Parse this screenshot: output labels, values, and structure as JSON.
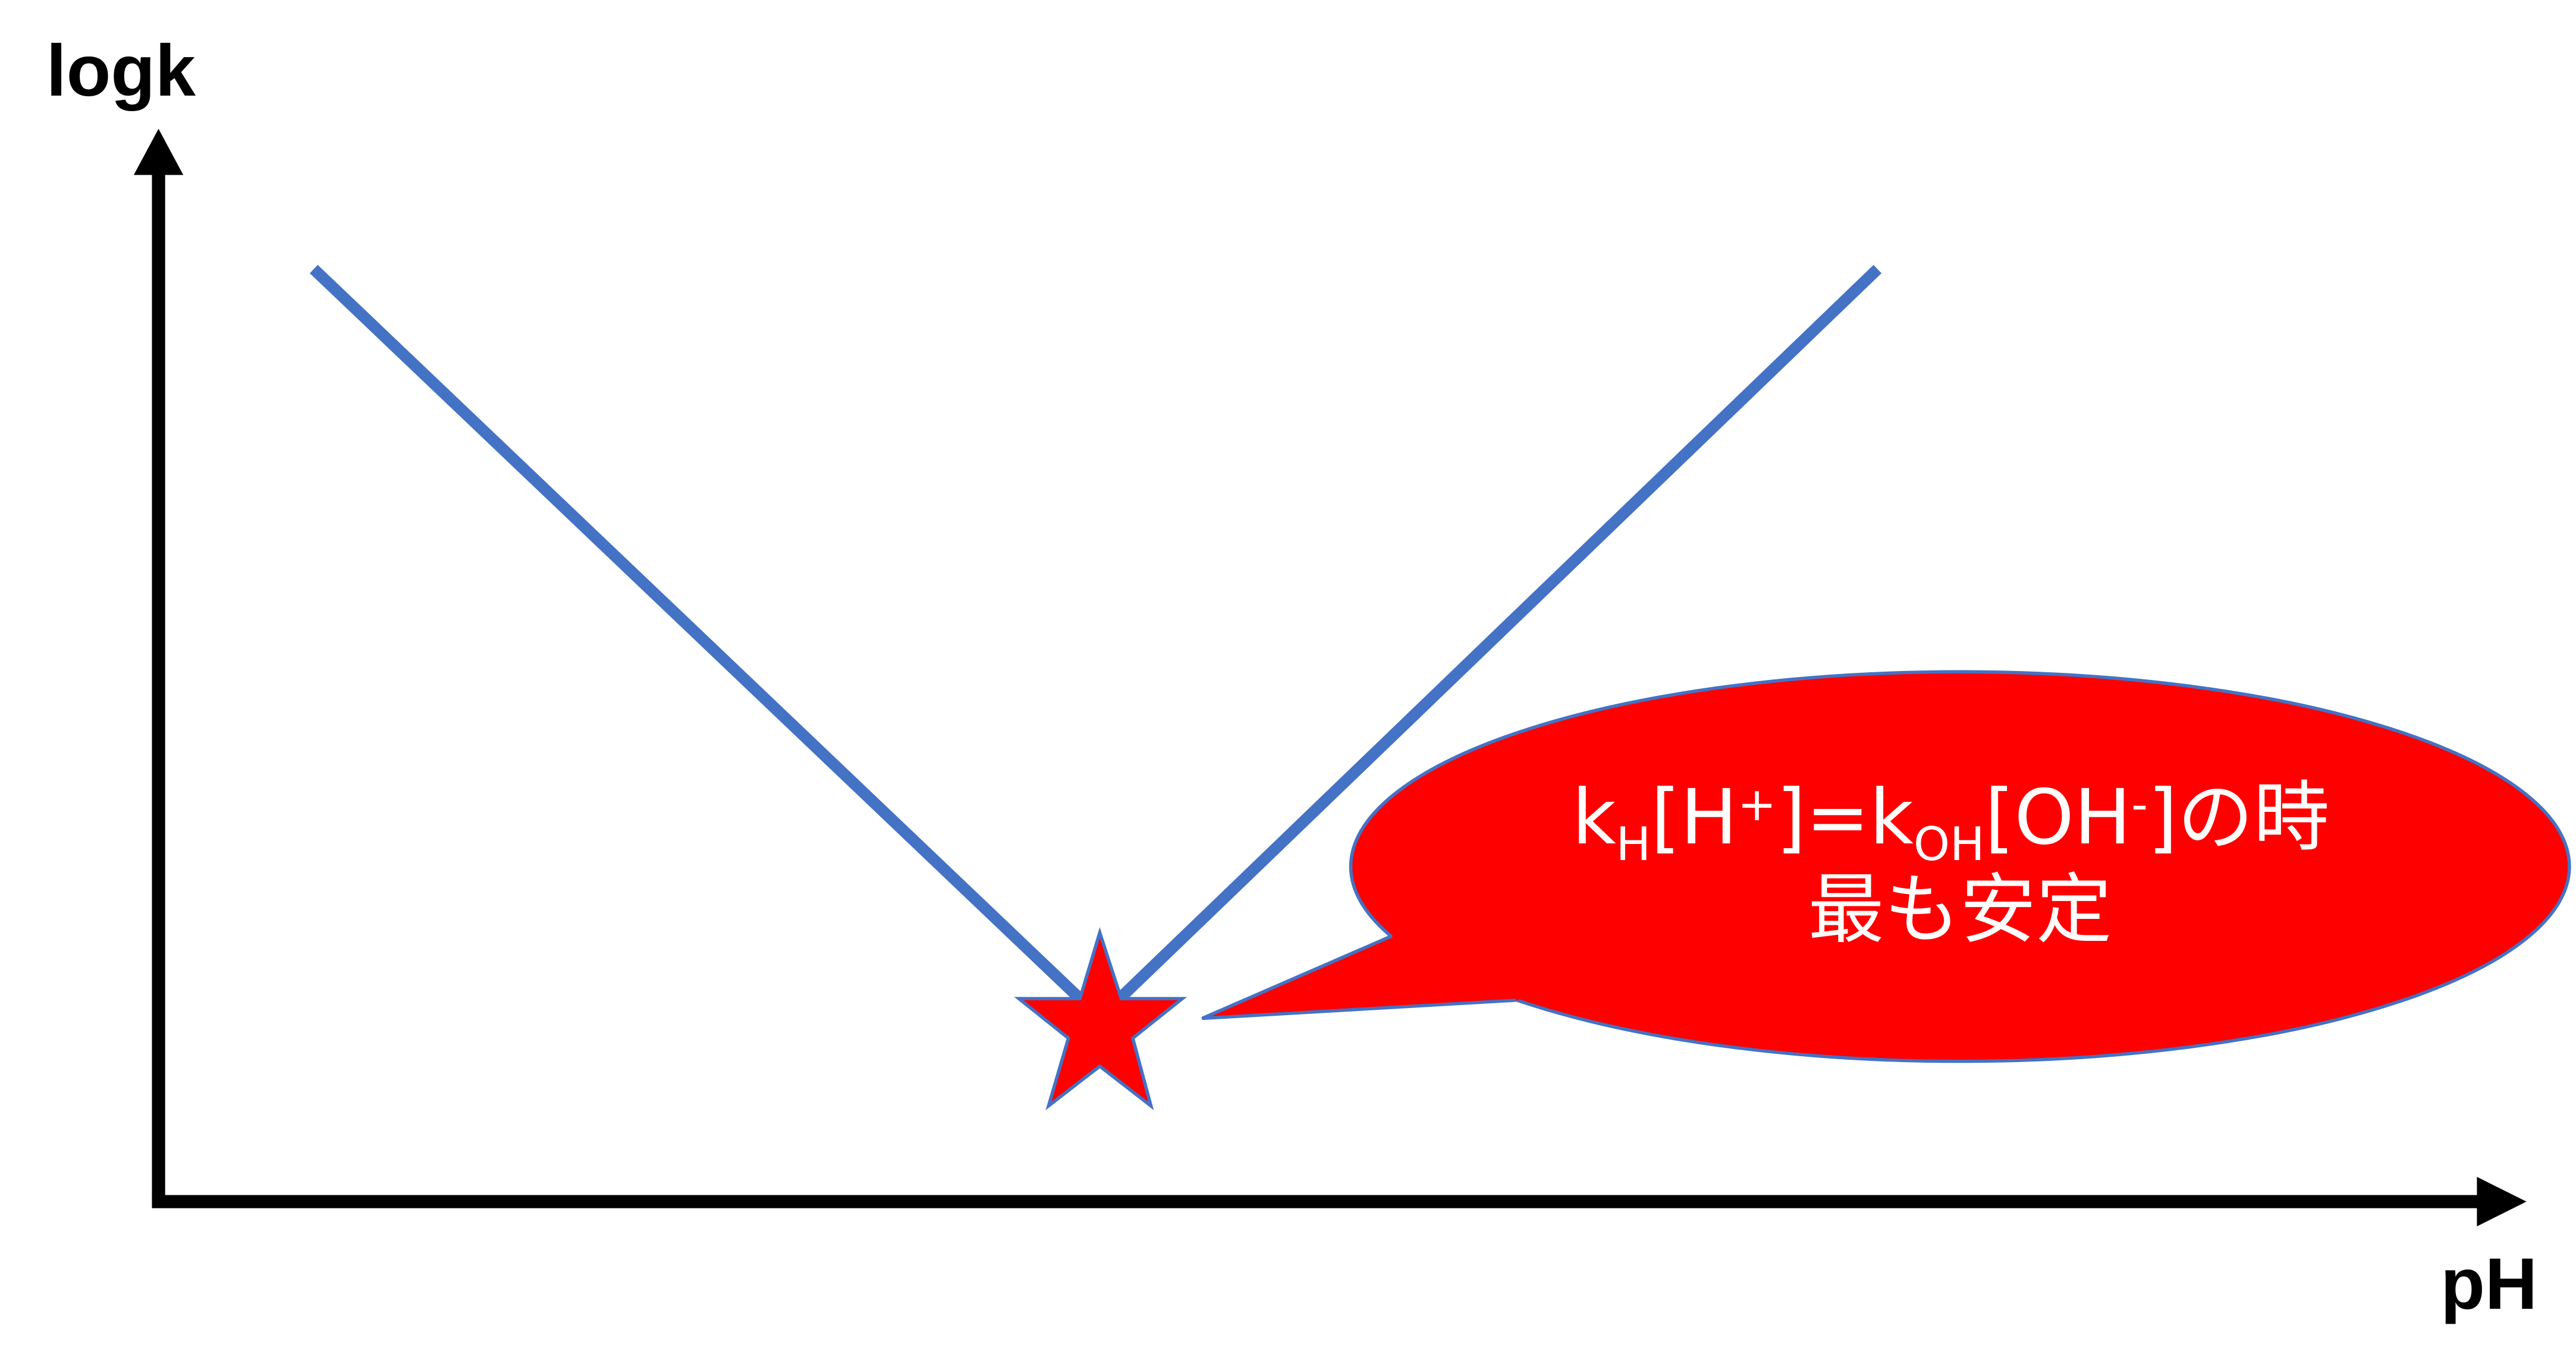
{
  "axes": {
    "y_label": "logk",
    "x_label": "pH"
  },
  "callout": {
    "line1": {
      "k1": "k",
      "sub1": "H",
      "open1": "[H",
      "sup1": "+",
      "mid": "]=k",
      "sub2": "OH",
      "open2": "[OH",
      "sup2": "-",
      "end": "]の時"
    },
    "line2": "最も安定"
  },
  "colors": {
    "line": "#4472C4",
    "callout_fill": "#FF0000",
    "star_fill": "#FF0000",
    "star_stroke": "#4472C4",
    "axis": "#000000"
  }
}
